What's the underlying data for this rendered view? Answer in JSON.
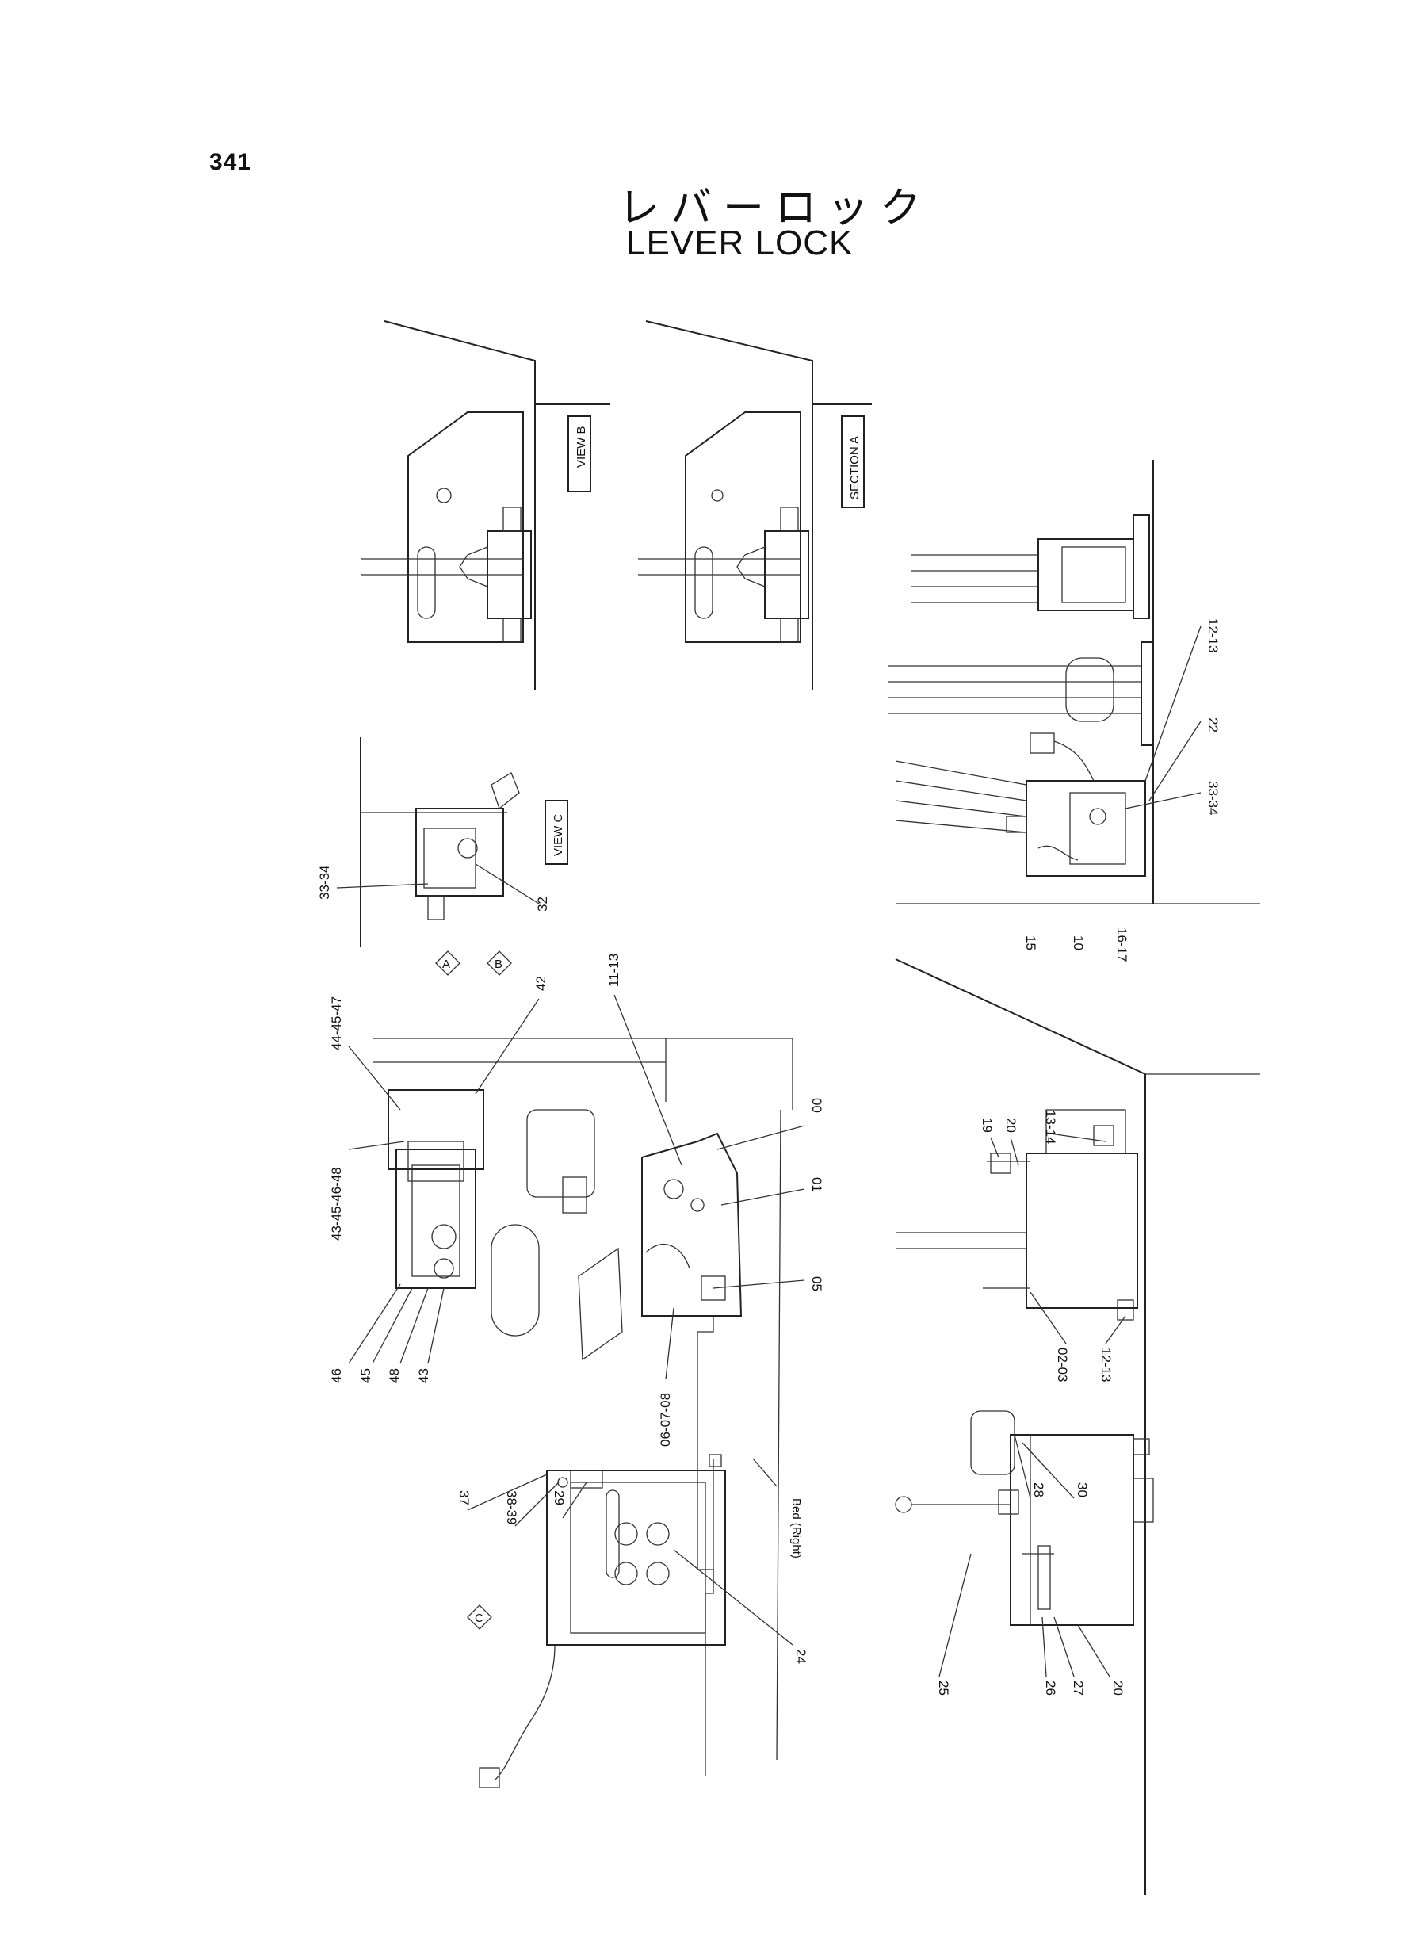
{
  "page_number": "341",
  "title_ja": "レバーロック",
  "title_en": "LEVER LOCK",
  "view_labels": {
    "view_b": "VIEW B",
    "section_a": "SECTION A",
    "view_c": "VIEW C",
    "bed_right": "Bed (Right)"
  },
  "markers": {
    "a": "A",
    "b": "B",
    "c": "C"
  },
  "part_labels": {
    "p12_13_top": "12-13",
    "p22": "22",
    "p33_34_right": "33-34",
    "p15": "15",
    "p10": "10",
    "p16_17": "16-17",
    "p33_34_left": "33-34",
    "p32": "32",
    "p44_45_47": "44-45-47",
    "p42": "42",
    "p11_13": "11-13",
    "p43_45_46_48": "43-45-46-48",
    "p00": "00",
    "p01": "01",
    "p05": "05",
    "p46": "46",
    "p45": "45",
    "p48": "48",
    "p43": "43",
    "p06_07_08": "06-07-08",
    "p19": "19",
    "p20_top": "20",
    "p13_14": "13-14",
    "p02_03": "02-03",
    "p12_13_bottom": "12-13",
    "p37": "37",
    "p38_39": "38-39",
    "p29": "29",
    "p24": "24",
    "p28": "28",
    "p30": "30",
    "p25": "25",
    "p26": "26",
    "p27": "27",
    "p20_bottom": "20"
  }
}
